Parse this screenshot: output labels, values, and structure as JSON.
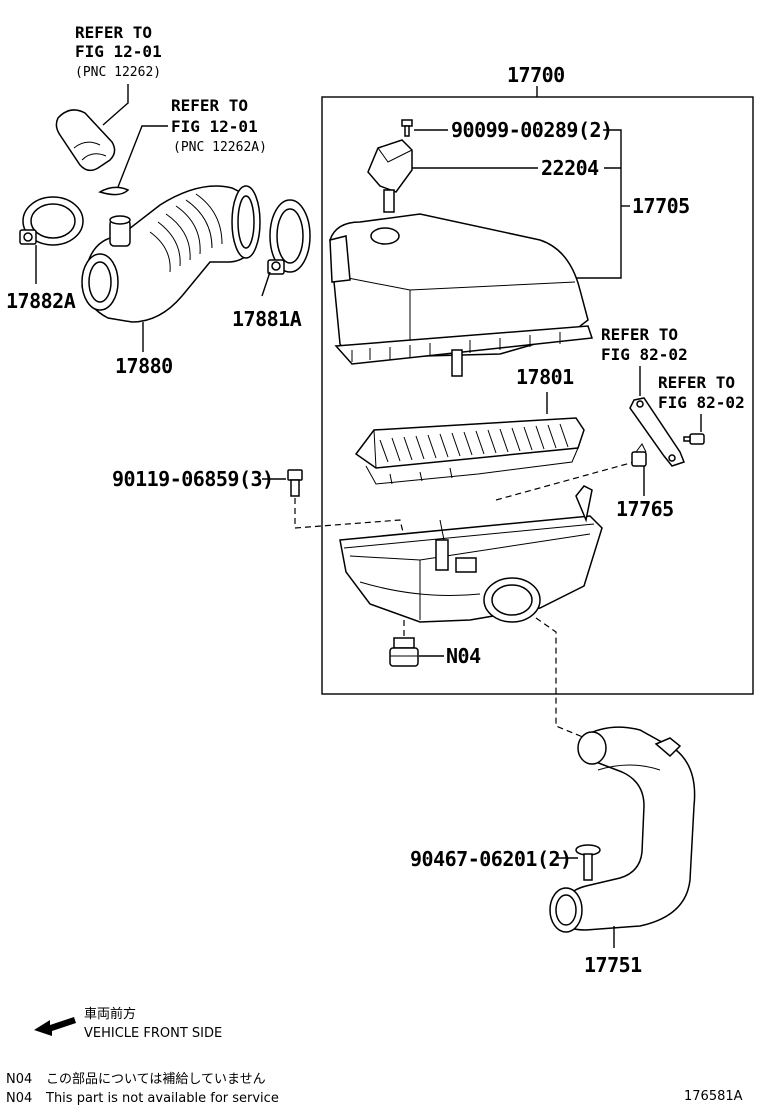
{
  "labels": {
    "p17700": "17700",
    "p17705": "17705",
    "p22204": "22204",
    "p90099": "90099-00289(2)",
    "p17801": "17801",
    "p17880": "17880",
    "p17882A": "17882A",
    "p17881A": "17881A",
    "p90119": "90119-06859(3)",
    "p17765": "17765",
    "pN04": "N04",
    "p90467": "90467-06201(2)",
    "p17751": "17751"
  },
  "refs": {
    "r1": {
      "line1": "REFER TO",
      "line2": "FIG 12-01",
      "line3": "(PNC 12262)"
    },
    "r2": {
      "line1": "REFER TO",
      "line2": "FIG 12-01",
      "line3": "(PNC 12262A)"
    },
    "r3": {
      "line1": "REFER TO",
      "line2": "FIG 82-02"
    },
    "r4": {
      "line1": "REFER TO",
      "line2": "FIG 82-02"
    }
  },
  "direction": {
    "jp": "車両前方",
    "en": "VEHICLE FRONT SIDE"
  },
  "notes": {
    "n1_code": "N04",
    "n1_text": "この部品については補給していません",
    "n2_code": "N04",
    "n2_text": "This part is not available for service"
  },
  "figure_id": "176581A"
}
